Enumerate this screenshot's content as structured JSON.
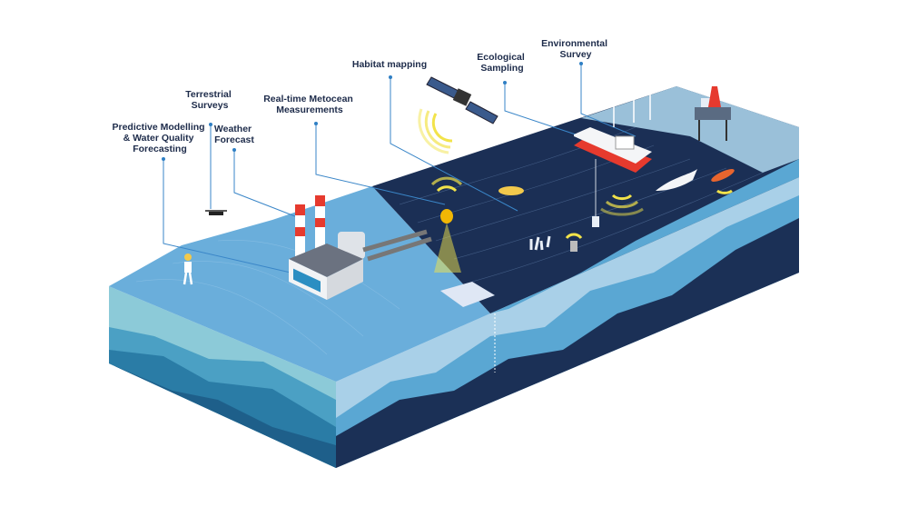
{
  "labels": {
    "predictive": [
      "Predictive Modelling",
      "& Water Quality",
      "Forecasting"
    ],
    "terrestrial": [
      "Terrestrial",
      "Surveys"
    ],
    "weather": [
      "Weather",
      "Forecast"
    ],
    "metocean": [
      "Real-time Metocean",
      "Measurements"
    ],
    "habitat": [
      "Habitat mapping"
    ],
    "ecological": [
      "Ecological",
      "Sampling"
    ],
    "environmental": [
      "Environmental",
      "Survey"
    ]
  },
  "colors": {
    "label_text": "#1d2b4a",
    "leader_line": "#3a86c8",
    "ocean": "#1b2f55",
    "land": "#6aaedb",
    "signal": "#f2e34a"
  }
}
